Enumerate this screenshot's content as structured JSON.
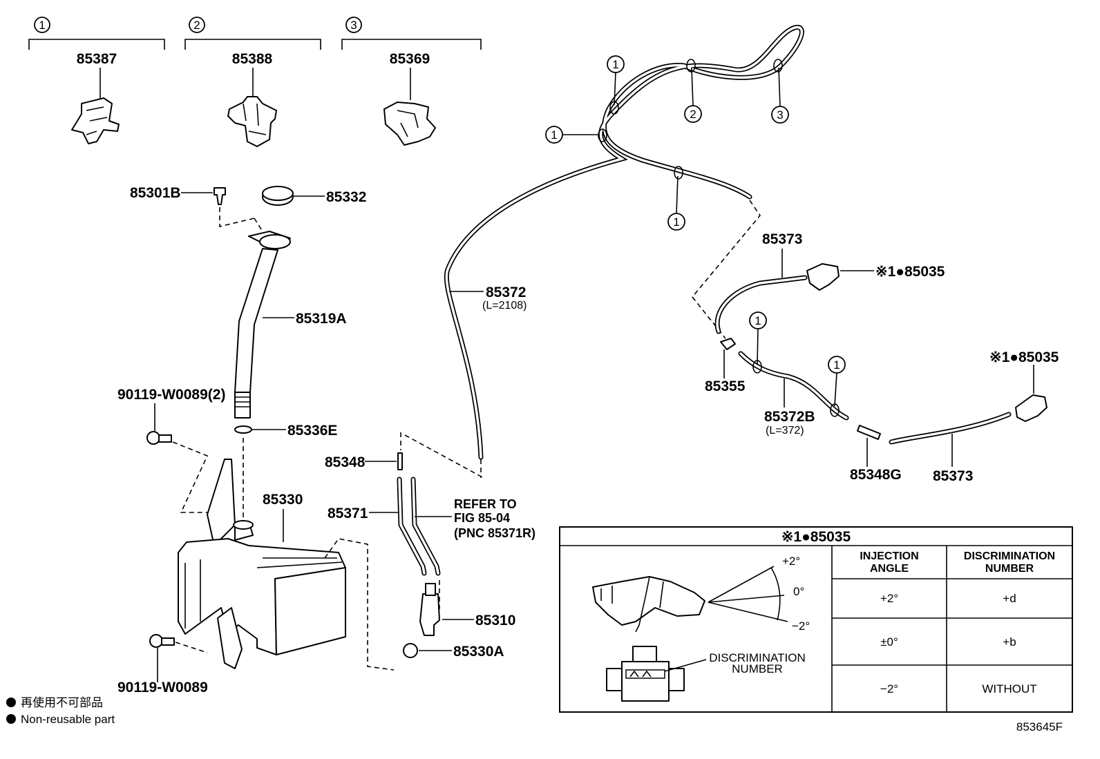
{
  "clip_groups": [
    {
      "no": "1",
      "part": "85387"
    },
    {
      "no": "2",
      "part": "85388"
    },
    {
      "no": "3",
      "part": "85369"
    }
  ],
  "labels": {
    "p85301B": "85301B",
    "p85332": "85332",
    "p85319A": "85319A",
    "p90119_2": "90119-W0089(2)",
    "p85336E": "85336E",
    "p85330": "85330",
    "p90119": "90119-W0089",
    "p85348": "85348",
    "p85371": "85371",
    "refer1": "REFER TO",
    "refer2": "FIG 85-04",
    "refer3": "(PNC 85371R)",
    "p85310": "85310",
    "p85330A": "85330A",
    "p85372": "85372",
    "p85372_len": "(L=2108)",
    "p85373a": "85373",
    "p85035a": "※1●85035",
    "p85355": "85355",
    "p85372B": "85372B",
    "p85372B_len": "(L=372)",
    "p85348G": "85348G",
    "p85373b": "85373",
    "p85035b": "※1●85035"
  },
  "clip_markers": {
    "m1": "1",
    "m2": "1",
    "m3": "2",
    "m4": "3",
    "m5": "1",
    "m6": "1",
    "m7": "1"
  },
  "table": {
    "title": "※1●85035",
    "headers": [
      "INJECTION ANGLE",
      "DISCRIMINATION NUMBER"
    ],
    "header_lines": [
      [
        "INJECTION",
        "ANGLE"
      ],
      [
        "DISCRIMINATION",
        "NUMBER"
      ]
    ],
    "rows": [
      {
        "angle": "+2°",
        "number": "+d"
      },
      {
        "angle": "±0°",
        "number": "+b"
      },
      {
        "angle": "−2°",
        "number": "WITHOUT"
      }
    ],
    "angle_marks": {
      "plus": "+2°",
      "zero": "0°",
      "minus": "−2°"
    },
    "discrimination_label": [
      "DISCRIMINATION",
      "NUMBER"
    ]
  },
  "legend": {
    "jp": "再使用不可部品",
    "en": "Non-reusable part"
  },
  "figure_code": "853645F"
}
